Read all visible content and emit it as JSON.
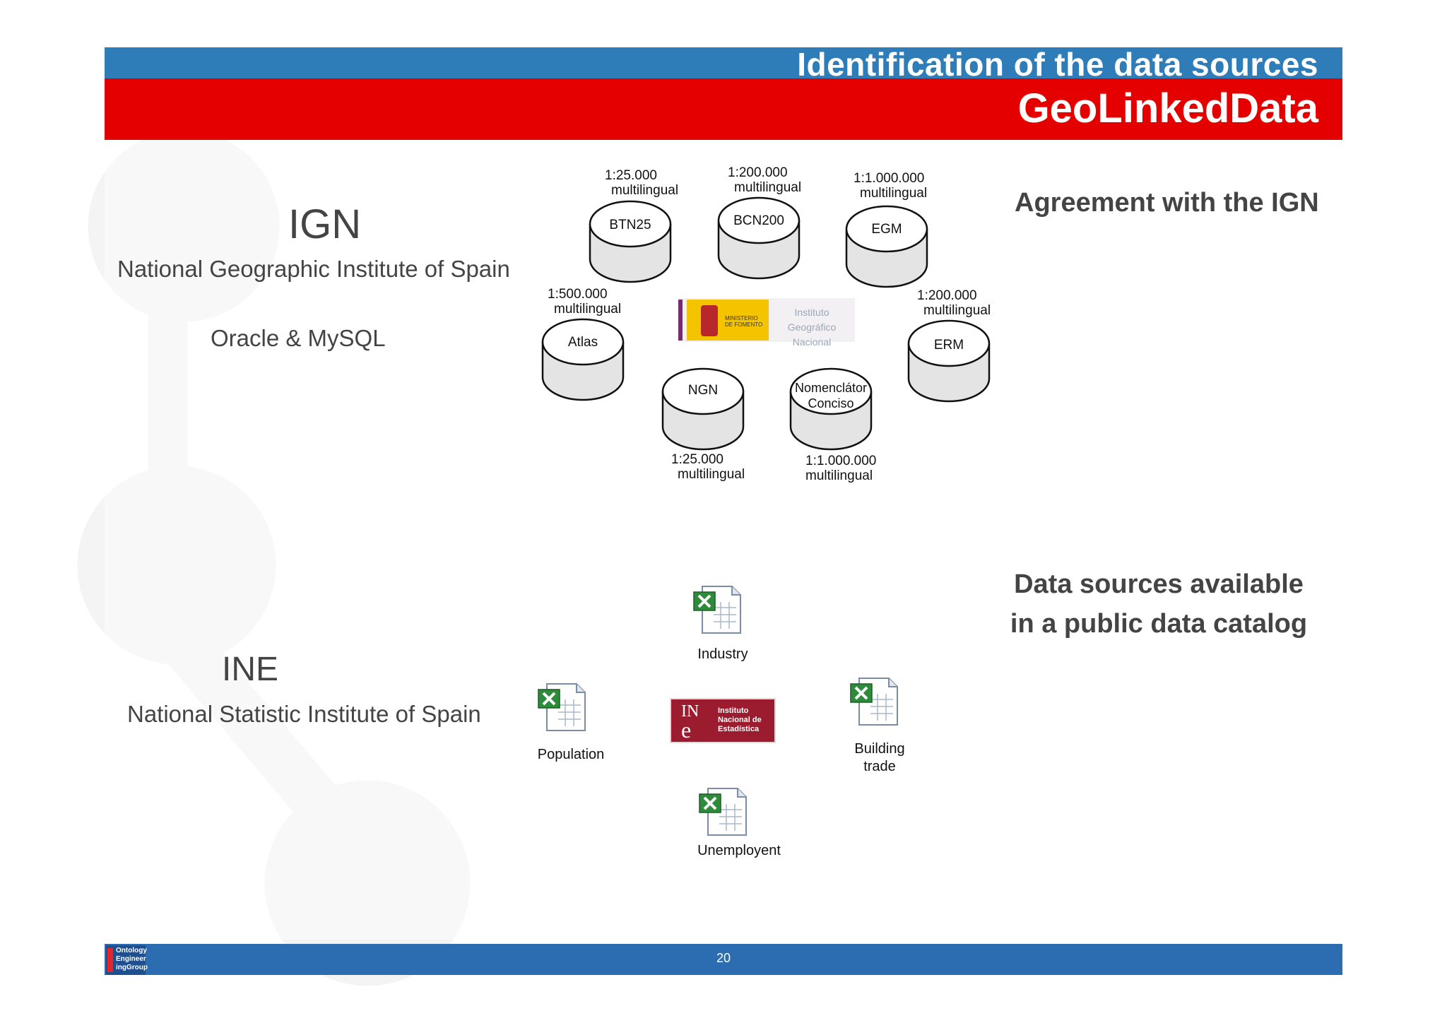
{
  "header": {
    "subtitle": "Identification of the data sources",
    "title": "GeoLinkedData"
  },
  "ign": {
    "acronym": "IGN",
    "name": "National Geographic Institute of Spain",
    "tech": "Oracle & MySQL"
  },
  "ine": {
    "acronym": "INE",
    "name": "National Statistic Institute of Spain"
  },
  "right": {
    "agreement": "Agreement with the IGN",
    "catalog_line1": "Data sources available",
    "catalog_line2": "in a public data catalog"
  },
  "databases": [
    {
      "name": "BTN25",
      "scale": "1:25.000",
      "lang": "multilingual"
    },
    {
      "name": "BCN200",
      "scale": "1:200.000",
      "lang": "multilingual"
    },
    {
      "name": "EGM",
      "scale": "1:1.000.000",
      "lang": "multilingual"
    },
    {
      "name": "Atlas",
      "scale": "1:500.000",
      "lang": "multilingual"
    },
    {
      "name": "ERM",
      "scale": "1:200.000",
      "lang": "multilingual"
    },
    {
      "name": "NGN",
      "scale": "1:25.000",
      "lang": "multilingual"
    },
    {
      "name_line1": "Nomenclátor",
      "name_line2": "Conciso",
      "scale": "1:1.000.000",
      "lang": "multilingual"
    }
  ],
  "ign_logo": {
    "ministry_line1": "MINISTERIO",
    "ministry_line2": "DE FOMENTO",
    "inst_line1": "Instituto",
    "inst_line2": "Geográfico Nacional"
  },
  "ine_logo": {
    "letters_top": "IN",
    "letters_bottom": "e",
    "line1": "Instituto",
    "line2": "Nacional de",
    "line3": "Estadística"
  },
  "datasets": {
    "industry": "Industry",
    "population": "Population",
    "building_line1": "Building",
    "building_line2": "trade",
    "unemployment": "Unemployent"
  },
  "footer": {
    "page": "20",
    "logo_line1": "Ontology",
    "logo_line2": "Engineer",
    "logo_line3": "ingGroup"
  },
  "colors": {
    "header_blue": "#2e7db8",
    "header_red": "#e50000",
    "footer_blue": "#2c6cb0",
    "text_gray": "#444444"
  }
}
